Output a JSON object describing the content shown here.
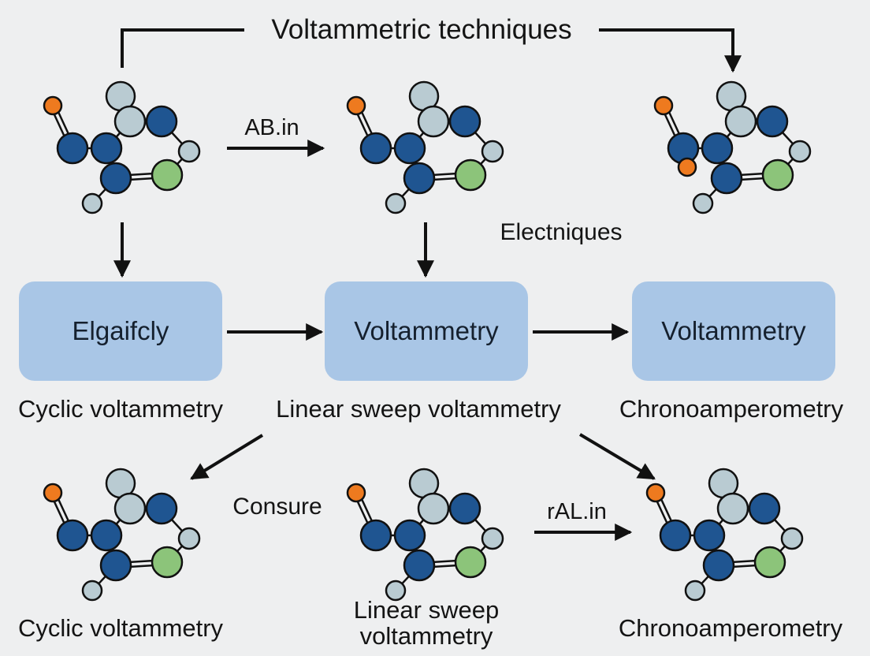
{
  "title": "Voltammetric techniques",
  "arrow_labels": {
    "top_arrow": "AB.in",
    "bottom_arrow": "rAL.in"
  },
  "floating_labels": {
    "electniques": "Electniques",
    "consure": "Consure"
  },
  "boxes": {
    "left": "Elgaifcly",
    "middle": "Voltammetry",
    "right": "Voltammetry"
  },
  "captions_middle": {
    "left": "Cyclic voltammetry",
    "middle": "Linear sweep voltammetry",
    "right": "Chronoamperometry"
  },
  "captions_bottom": {
    "left": "Cyclic voltammetry",
    "middle": "Linear sweep voltammetry",
    "right": "Chronoamperometry"
  },
  "colors": {
    "background": "#eeeff0",
    "box_fill": "#a9c6e6",
    "atom_dark_blue": "#1f5591",
    "atom_light_gray": "#b9cbd2",
    "atom_green": "#8cc47a",
    "atom_orange": "#ee7a1f",
    "line": "#111111"
  },
  "icons": [
    "molecule-icon",
    "arrow-icon"
  ]
}
